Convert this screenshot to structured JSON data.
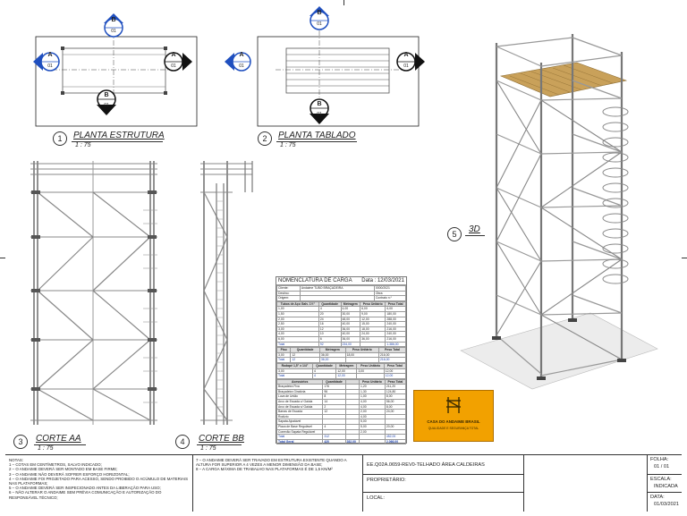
{
  "views": {
    "planta_estrutura": {
      "number": "1",
      "title": "PLANTA ESTRUTURA",
      "scale": "1 : 75"
    },
    "planta_tablado": {
      "number": "2",
      "title": "PLANTA TABLADO",
      "scale": "1 : 75"
    },
    "corte_aa": {
      "number": "3",
      "title": "CORTE AA",
      "scale": "1 : 75"
    },
    "corte_bb": {
      "number": "4",
      "title": "CORTE BB",
      "scale": "1 : 75"
    },
    "view_3d": {
      "number": "5",
      "title": "3D"
    }
  },
  "section_markers": {
    "a": "A",
    "b": "B",
    "sheet": "01"
  },
  "nomenclatura": {
    "title": "NOMENCLATURA DE CARGA",
    "date": "Data : 12/03/2021",
    "info_rows": [
      [
        "Cliente:",
        "Andaime TUBO BRAÇADEIRA",
        "0000/2021"
      ],
      [
        "Destino:",
        "",
        "Obra:"
      ],
      [
        "Origem:",
        "",
        "Contrato n.º"
      ]
    ],
    "sec1": {
      "headers": [
        "Tubos de Aço Galv. 1½\"",
        "Quantidade",
        "Metragem",
        "Peso Unitário",
        "Peso Total"
      ],
      "rows": [
        [
          "1,00",
          "4",
          "4,00",
          "6,00",
          "6,00"
        ],
        [
          "1,50",
          "20",
          "30,00",
          "9,00",
          "180,00"
        ],
        [
          "2,00",
          "24",
          "48,00",
          "12,00",
          "288,00"
        ],
        [
          "2,50",
          "16",
          "40,00",
          "15,00",
          "240,00"
        ],
        [
          "3,00",
          "12",
          "36,00",
          "18,00",
          "216,00"
        ],
        [
          "4,00",
          "10",
          "40,00",
          "24,00",
          "240,00"
        ],
        [
          "6,00",
          "6",
          "36,00",
          "36,00",
          "216,00"
        ]
      ],
      "total": [
        "Total",
        "92",
        "234,00",
        "",
        "1.386,00"
      ]
    },
    "sec2": {
      "headers": [
        "Piso",
        "Quantidade",
        "Metragem",
        "Peso Unitário",
        "Peso Total"
      ],
      "rows": [
        [
          "3,00",
          "12",
          "36,00",
          "18,00",
          "216,00"
        ]
      ],
      "total": [
        "Total",
        "12",
        "36,00",
        "",
        "216,00"
      ]
    },
    "sec3": {
      "headers": [
        "Rodapé 1,5\" x 1/4\"",
        "Quantidade",
        "Metragem",
        "Peso Unitário",
        "Peso Total"
      ],
      "rows": [
        [
          "3,00",
          "4",
          "12,00",
          "3,00",
          "12,00"
        ]
      ],
      "total": [
        "Total",
        "4",
        "12,00",
        "",
        "12,00"
      ]
    },
    "sec4": {
      "headers": [
        "Acessórios",
        "Quantidade",
        "",
        "Peso Unitário",
        "Peso Total"
      ],
      "rows": [
        [
          "Braçadeira Fixa",
          "176",
          "",
          "1,20",
          "211,20"
        ],
        [
          "Braçadeira Giratória",
          "96",
          "",
          "1,30",
          "124,80"
        ],
        [
          "Luva de União",
          "8",
          "",
          "1,00",
          "8,00"
        ],
        [
          "Arco de Escada c/ Gaiola",
          "14",
          "",
          "4,00",
          "56,00"
        ],
        [
          "Arco de Escada s/ Gaiola",
          "2",
          "",
          "4,00",
          "8,00"
        ],
        [
          "Barras de Escada",
          "12",
          "",
          "2,00",
          "24,00"
        ],
        [
          "Rodízio",
          "",
          "",
          "4,00",
          ""
        ],
        [
          "Sapata Ajustável",
          "",
          "",
          "5,00",
          ""
        ],
        [
          "Placa de Base Regulável",
          "4",
          "",
          "5,00",
          "20,00"
        ],
        [
          "Conexão Sapata Regulável",
          "",
          "",
          "2,00",
          ""
        ]
      ],
      "total": [
        "Total",
        "312",
        "",
        "",
        "452,00"
      ]
    },
    "grand_total": [
      "Total Geral",
      "420",
      "282,00",
      "",
      "2.066,00"
    ]
  },
  "logo": {
    "line1": "CASA DO ANDAIME BRASIL",
    "line2": "QUALIDADE E SEGURANÇA TOTAL"
  },
  "notes": {
    "col1": [
      "NOTAS:",
      "1 – COTAS EM CENTÍMETROS, SALVO INDICADO;",
      "2 – O ANDAIME DEVERÁ SER MONTADO EM BASE FIRME;",
      "3 – O ANDAIME NÃO DEVERÁ SOFRER ESFORÇO HORIZONTAL;",
      "4 – O ANDAIME FOI PROJETADO PARA ACESSO, SENDO PROIBIDO O ACÚMULO DE MATERIAIS NAS PLATAFORMAS;",
      "5 – O ANDAIME DEVERÁ SER INSPECIONADO ANTES DA LIBERAÇÃO PARA USO;",
      "6 – NÃO ALTERAR O ANDAIME SEM PRÉVIA COMUNICAÇÃO E AUTORIZAÇÃO DO RESPONSÁVEL TÉCNICO;"
    ],
    "col2": [
      "7 – O ANDAIME DEVERÁ SER TRAVADO EM ESTRUTURA EXISTENTE QUANDO A ALTURA FOR SUPERIOR A 4 VEZES A MENOR DIMENSÃO DA BASE;",
      "8 – A CARGA MÁXIMA DE TRABALHO NAS PLATAFORMAS É DE 1,5 KN/M²"
    ]
  },
  "title_block": {
    "project": "EE.Q02A.0659-REV0-TELHADO ÁREA CALDEIRAS",
    "owner_label": "PROPRIETÁRIO:",
    "local_label": "LOCAL:",
    "folha_label": "FOLHA:",
    "folha_value": "01 / 01",
    "escala_label": "ESCALA:",
    "escala_value": "INDICADA",
    "data_label": "DATA:",
    "data_value": "01/03/2021"
  },
  "colors": {
    "marker_blue": "#1f4fbf",
    "marker_black": "#111111",
    "platform": "#c9a15a",
    "tube": "#6d6d6d",
    "logo_bg": "#f2a100"
  }
}
